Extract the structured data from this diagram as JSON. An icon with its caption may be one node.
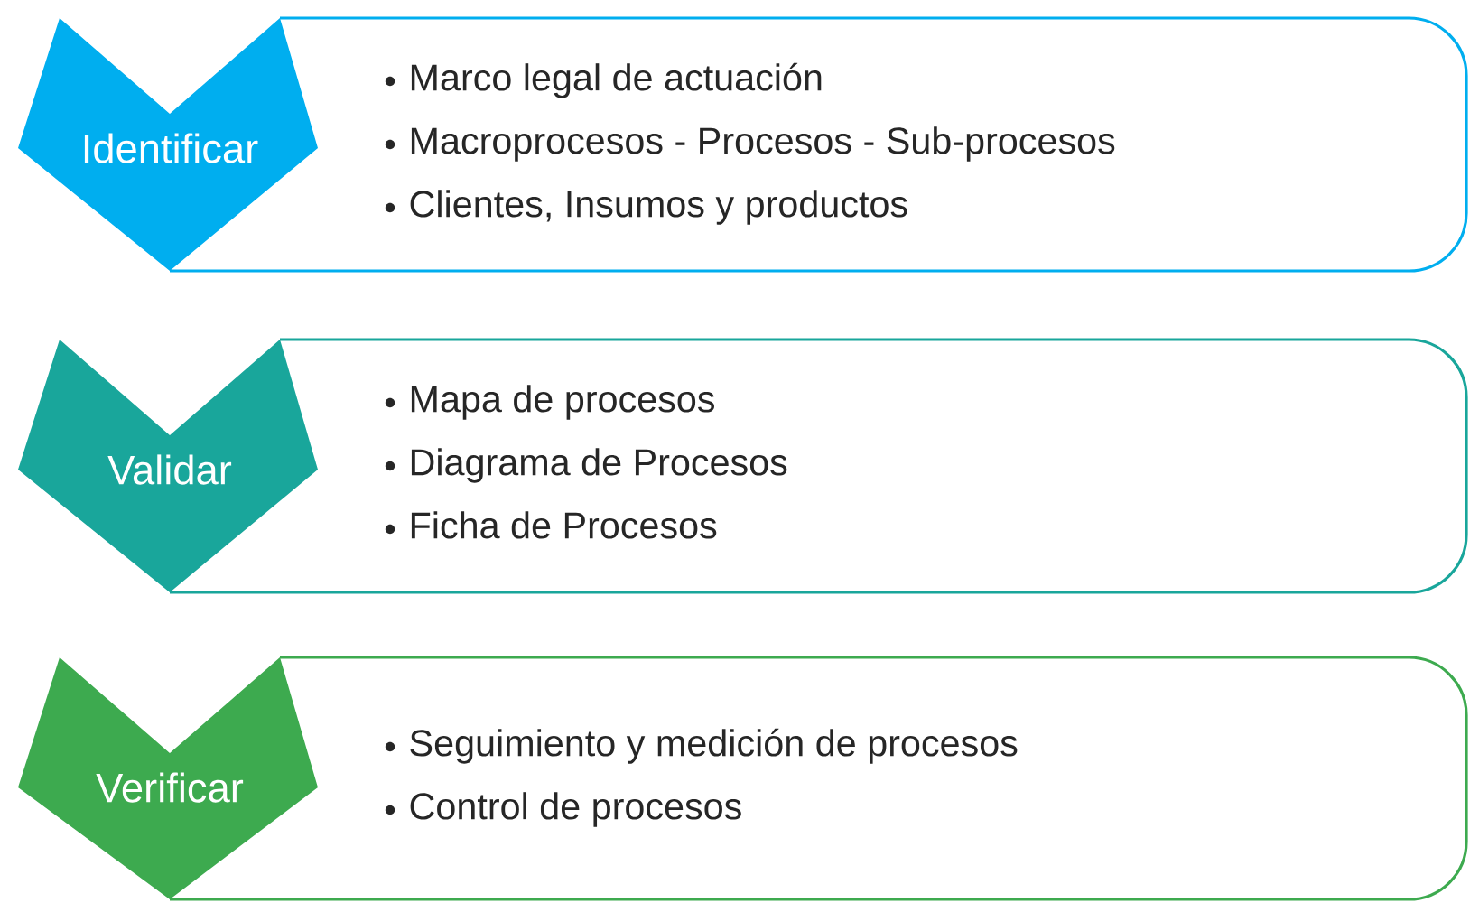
{
  "diagram": {
    "nodes": [
      {
        "text": [
          "Identificar"
        ]
      },
      {
        "text": [
          "Marco legal de actuación",
          "Macroprocesos - Procesos - Sub-procesos",
          "Clientes, Insumos y productos"
        ]
      },
      {
        "text": [
          "Validar"
        ]
      },
      {
        "text": [
          "Mapa de procesos",
          "Diagrama de Procesos",
          "Ficha de Procesos"
        ]
      },
      {
        "text": [
          "Verificar"
        ]
      },
      {
        "text": [
          "Seguimiento y medición de procesos",
          "Control de procesos"
        ]
      }
    ]
  }
}
